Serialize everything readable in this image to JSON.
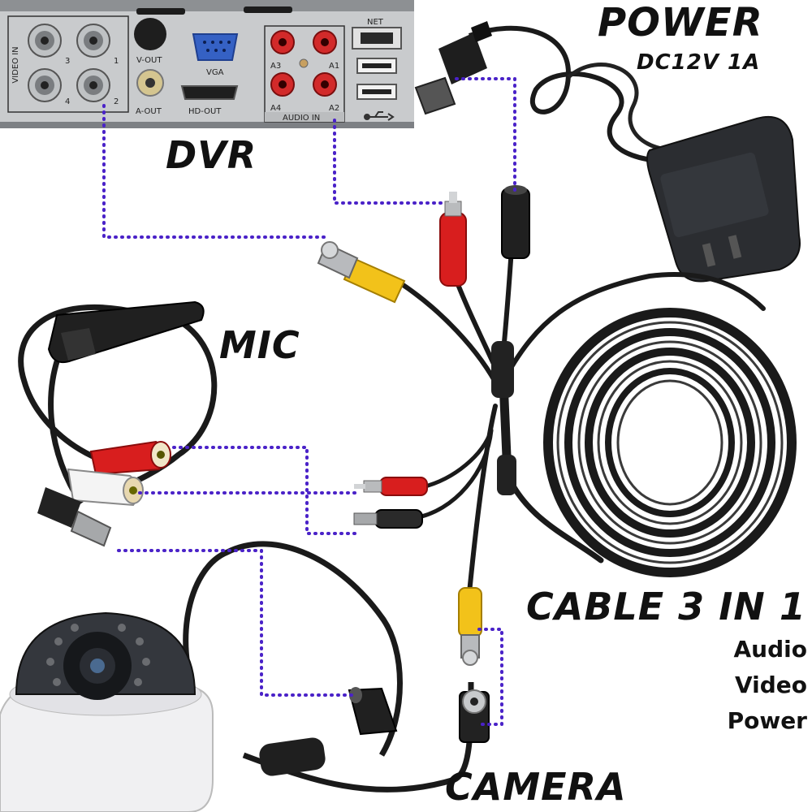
{
  "labels": {
    "dvr": "DVR",
    "power": "POWER",
    "power_spec": "DC12V 1A",
    "mic": "MIC",
    "cable": "CABLE 3 IN 1",
    "camera": "CAMERA"
  },
  "cable_features": [
    "Audio",
    "Video",
    "Power"
  ],
  "dvr_panel": {
    "video_in": "VIDEO IN",
    "video_ports": [
      "3",
      "1",
      "4",
      "2"
    ],
    "v_out": "V-OUT",
    "a_out": "A-OUT",
    "vga": "VGA",
    "hd_out": "HD-OUT",
    "net": "NET",
    "audio_ports": [
      "A3",
      "A1",
      "A4",
      "A2"
    ],
    "audio_in": "AUDIO IN"
  },
  "colors": {
    "connector_line": "#4a22c8",
    "video_plug": "#f2c21a",
    "audio_plug": "#d81e1e",
    "cable": "#1a1a1a",
    "label": "#111111"
  }
}
